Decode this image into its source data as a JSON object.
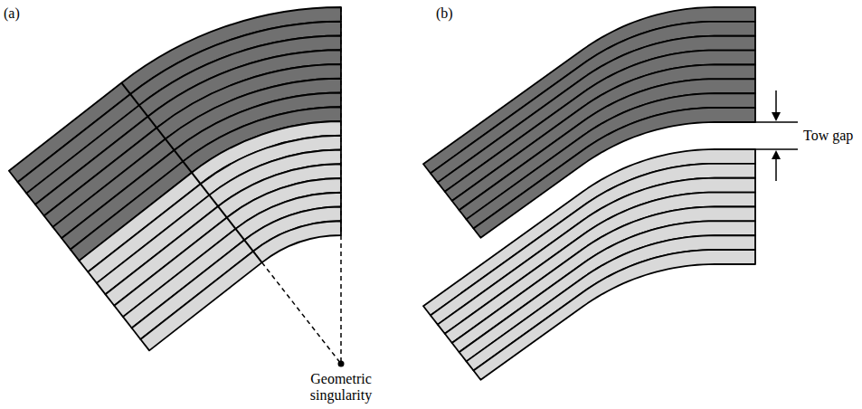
{
  "diagram": {
    "labels": [
      "(a)",
      "(b)",
      "Geometric singularity",
      "Tow gap"
    ]
  }
}
